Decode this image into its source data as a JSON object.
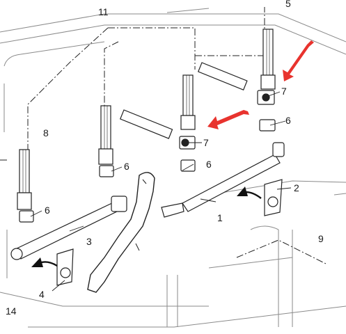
{
  "colors": {
    "line": "#222222",
    "arrow": "#e8332e",
    "paper": "#ffffff"
  },
  "callouts": {
    "c11": "11",
    "c8": "8",
    "c6a": "6",
    "c6b": "6",
    "c6c": "6",
    "c6d": "6",
    "c7a": "7",
    "c7b": "7",
    "c2": "2",
    "c1": "1",
    "c3": "3",
    "c4": "4",
    "c9": "9",
    "c14": "14",
    "c5": "5"
  }
}
